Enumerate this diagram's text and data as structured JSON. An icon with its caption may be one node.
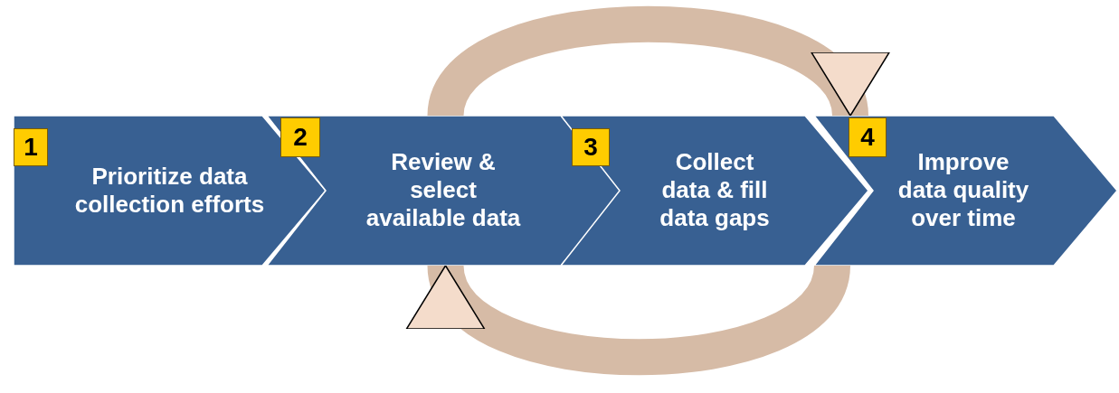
{
  "diagram": {
    "nodes": [
      {
        "text": [
          "1"
        ],
        "in": 1
      },
      {
        "text": [
          "Prioritize data collection efforts"
        ]
      },
      {
        "text": [
          "2"
        ],
        "in": 3
      },
      {
        "text": [
          "Review & select available data"
        ]
      },
      {
        "text": [
          "3"
        ],
        "in": 5
      },
      {
        "text": [
          "Collect data & fill data gaps"
        ]
      },
      {
        "text": [
          "4"
        ],
        "in": 7
      },
      {
        "text": [
          "Improve data quality over time"
        ]
      }
    ],
    "edges": [
      {
        "from": 3,
        "to": 7,
        "arrow": "to"
      },
      {
        "from": 7,
        "to": 3,
        "arrow": "to"
      }
    ]
  }
}
